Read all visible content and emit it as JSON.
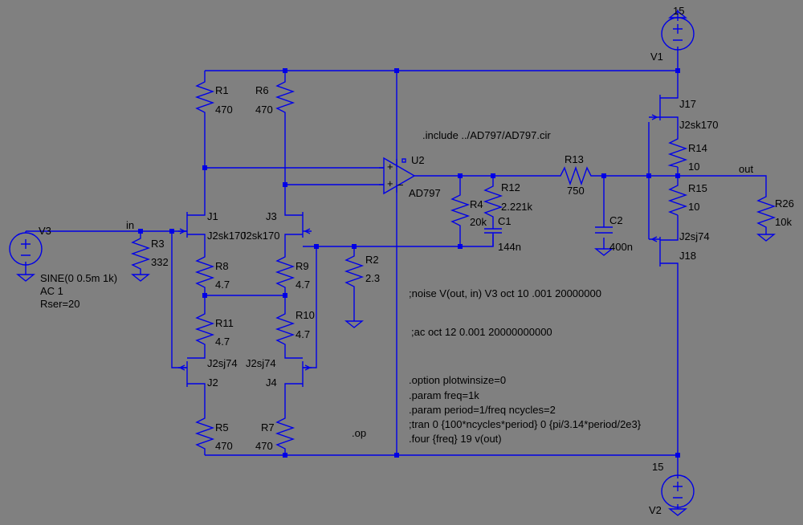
{
  "colors": {
    "background": "#808080",
    "wire": "#0000e6",
    "text": "#000000"
  },
  "sources": {
    "v1": {
      "name": "V1",
      "value": "15"
    },
    "v2": {
      "name": "V2",
      "value": "15"
    },
    "v3": {
      "name": "V3",
      "lines": [
        "SINE(0 0.5m 1k)",
        "AC 1",
        "Rser=20"
      ]
    }
  },
  "resistors": {
    "r1": {
      "name": "R1",
      "value": "470"
    },
    "r6": {
      "name": "R6",
      "value": "470"
    },
    "r3": {
      "name": "R3",
      "value": "332"
    },
    "r8": {
      "name": "R8",
      "value": "4.7"
    },
    "r9": {
      "name": "R9",
      "value": "4.7"
    },
    "r11": {
      "name": "R11",
      "value": "4.7"
    },
    "r10": {
      "name": "R10",
      "value": "4.7"
    },
    "r5": {
      "name": "R5",
      "value": "470"
    },
    "r7": {
      "name": "R7",
      "value": "470"
    },
    "r2": {
      "name": "R2",
      "value": "2.3"
    },
    "r4": {
      "name": "R4",
      "value": "20k"
    },
    "r12": {
      "name": "R12",
      "value": "2.221k"
    },
    "r13": {
      "name": "R13",
      "value": "750"
    },
    "r14": {
      "name": "R14",
      "value": "10"
    },
    "r15": {
      "name": "R15",
      "value": "10"
    },
    "r26": {
      "name": "R26",
      "value": "10k"
    }
  },
  "capacitors": {
    "c1": {
      "name": "C1",
      "value": "144n"
    },
    "c2": {
      "name": "C2",
      "value": "400n"
    }
  },
  "jfets": {
    "j1": {
      "name": "J1",
      "model": "J2sk170"
    },
    "j3": {
      "name": "J3",
      "model": "J2sk170"
    },
    "j2": {
      "name": "J2",
      "model": "J2sj74"
    },
    "j4": {
      "name": "J4",
      "model": "J2sj74"
    },
    "j17": {
      "name": "J17",
      "model": "J2sk170"
    },
    "j18": {
      "name": "J18",
      "model": "J2sj74"
    }
  },
  "opamp": {
    "name": "U2",
    "model": "AD797"
  },
  "nets": {
    "in": "in",
    "out": "out"
  },
  "directives": {
    "include": ".include ../AD797/AD797.cir",
    "noise": ";noise V(out, in) V3 oct 10 .001 20000000",
    "ac": ";ac oct 12 0.001 20000000000",
    "option": ".option plotwinsize=0",
    "param1": ".param freq=1k",
    "param2": ".param period=1/freq ncycles=2",
    "tran": ";tran 0 {100*ncycles*period} 0 {pi/3.14*period/2e3}",
    "four": ".four {freq} 19 v(out)",
    "op": ".op"
  }
}
